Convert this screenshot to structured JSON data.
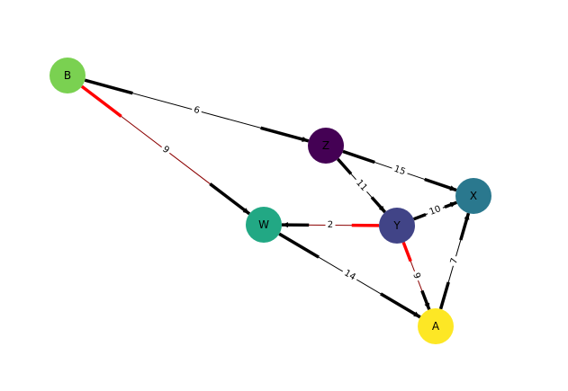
{
  "graph": {
    "nodes": [
      {
        "id": "B",
        "label": "B",
        "color": "#7ad151"
      },
      {
        "id": "Z",
        "label": "Z",
        "color": "#440154"
      },
      {
        "id": "X",
        "label": "X",
        "color": "#2a788e"
      },
      {
        "id": "W",
        "label": "W",
        "color": "#22a884"
      },
      {
        "id": "Y",
        "label": "Y",
        "color": "#414487"
      },
      {
        "id": "A",
        "label": "A",
        "color": "#fde725"
      }
    ],
    "edges": [
      {
        "source": "B",
        "target": "Z",
        "weight": "6",
        "color": "#000000"
      },
      {
        "source": "B",
        "target": "W",
        "weight": "9",
        "color": "#8b0000"
      },
      {
        "source": "Z",
        "target": "X",
        "weight": "15",
        "color": "#000000"
      },
      {
        "source": "Z",
        "target": "Y",
        "weight": "11",
        "color": "#000000"
      },
      {
        "source": "Y",
        "target": "X",
        "weight": "10",
        "color": "#000000"
      },
      {
        "source": "Y",
        "target": "W",
        "weight": "2",
        "color": "#8b0000"
      },
      {
        "source": "W",
        "target": "A",
        "weight": "14",
        "color": "#000000"
      },
      {
        "source": "Y",
        "target": "A",
        "weight": "9",
        "color": "#8b0000"
      },
      {
        "source": "A",
        "target": "X",
        "weight": "7",
        "color": "#000000"
      }
    ],
    "highlight_color": "#ff0000"
  }
}
